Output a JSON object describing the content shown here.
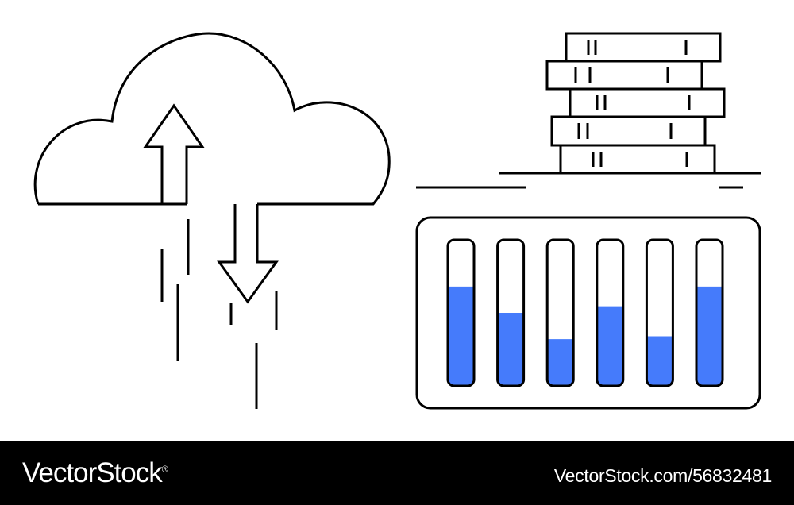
{
  "colors": {
    "stroke": "#000000",
    "accent": "#457bfb",
    "background": "#ffffff",
    "footer_background": "#000000",
    "footer_text": "#ffffff"
  },
  "icons": [
    "cloud-sync-icon",
    "upload-arrow-icon",
    "download-arrow-icon",
    "book-stack-icon",
    "level-meter-icon"
  ],
  "meter_levels": [
    0.68,
    0.5,
    0.32,
    0.54,
    0.34,
    0.68
  ],
  "footer": {
    "brand": "VectorStock",
    "registered": "®",
    "stock_id": "VectorStock.com/56832481"
  }
}
